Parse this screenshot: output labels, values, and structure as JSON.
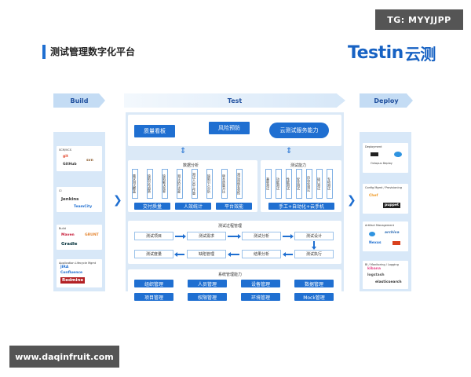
{
  "watermark_top": "TG: MYYJJPP",
  "watermark_bottom": "www.daqinfruit.com",
  "title": "测试管理数字化平台",
  "logo": {
    "latin": "Testin",
    "cn": "云测"
  },
  "phases": {
    "build": "Build",
    "test": "Test",
    "deploy": "Deploy"
  },
  "build_col": {
    "cards": [
      {
        "title": "SCM/VCS",
        "tools": [
          "git",
          "GitHub",
          "svn"
        ]
      },
      {
        "title": "CI",
        "tools": [
          "Jenkins",
          "TeamCity"
        ]
      },
      {
        "title": "Build",
        "tools": [
          "Maven",
          "GRUNT",
          "Gradle"
        ]
      },
      {
        "title": "Application Lifecycle Mgmt",
        "tools": [
          "JIRA",
          "Confluence",
          "Redmine"
        ]
      }
    ]
  },
  "deploy_col": {
    "cards": [
      {
        "title": "Deployment",
        "tools": [
          "Octopus Deploy"
        ]
      },
      {
        "title": "Config Mgmt / Provisioning",
        "tools": [
          "Chef",
          "puppet"
        ]
      },
      {
        "title": "Artifact Management",
        "tools": [
          "archiva",
          "Nexus"
        ]
      },
      {
        "title": "BI / Monitoring / Logging",
        "tools": [
          "kibana",
          "logstash",
          "elasticsearch"
        ]
      }
    ]
  },
  "top_panel": {
    "b1": "质量看板",
    "b2": "风险预防",
    "b3": "云测试服务能力"
  },
  "data_panel": {
    "title": "数据分析",
    "cols": [
      "需求测试覆盖",
      "缺陷分布趋势",
      "缺陷解决效率",
      "测试执行进度",
      "测试人员工作量",
      "缺陷引入分析",
      "版本质量对比",
      "测试用例有效性"
    ],
    "chips": [
      "交付质量",
      "人效统计",
      "平台效能"
    ]
  },
  "cap_panel": {
    "title": "测试能力",
    "cols": [
      "兼容测试",
      "功能测试",
      "性能测试",
      "安全测试",
      "自动化测试",
      "接口测试",
      "专项测试"
    ],
    "chip": "手工+自动化+云手机"
  },
  "workflow": {
    "title": "测试过程管理",
    "row1": [
      "测试项目",
      "测试需求",
      "测试分析",
      "测试设计"
    ],
    "row2": [
      "测试度量",
      "缺陷管理",
      "结果分析",
      "测试执行"
    ]
  },
  "sys": {
    "title": "系统管理能力",
    "row1": [
      "组织管理",
      "人员管理",
      "设备管理",
      "数据管理"
    ],
    "row2": [
      "项目管理",
      "权限管理",
      "环境管理",
      "Mock管理"
    ]
  }
}
